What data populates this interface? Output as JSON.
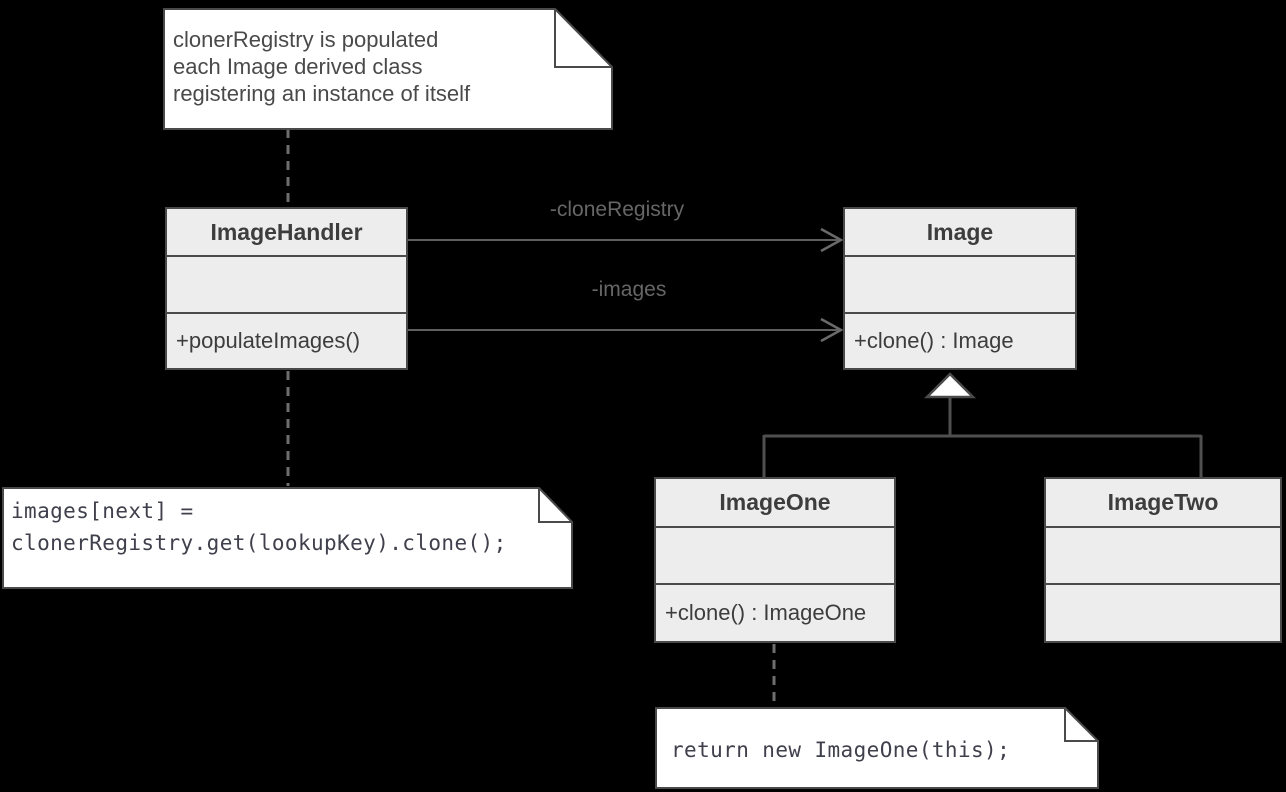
{
  "classes": {
    "image_handler": {
      "name": "ImageHandler",
      "attributes": "",
      "methods": "+populateImages()"
    },
    "image": {
      "name": "Image",
      "attributes": "",
      "methods": "+clone() : Image"
    },
    "image_one": {
      "name": "ImageOne",
      "attributes": "",
      "methods": "+clone() : ImageOne"
    },
    "image_two": {
      "name": "ImageTwo",
      "attributes": "",
      "methods": ""
    }
  },
  "associations": {
    "clone_registry": {
      "label": "-cloneRegistry"
    },
    "images": {
      "label": "-images"
    }
  },
  "notes": {
    "registry_note": {
      "text": "clonerRegistry is populated\neach Image derived class\nregistering an instance of itself"
    },
    "populate_images_code": {
      "text": "images[next] =\nclonerRegistry.get(lookupKey).clone();"
    },
    "clone_return_code": {
      "text": "return new ImageOne(this);"
    }
  },
  "relationships": {
    "generalization_children": [
      "ImageOne",
      "ImageTwo"
    ],
    "generalization_parent": "Image"
  },
  "colors": {
    "background": "#000000",
    "class_fill": "#ededed",
    "note_fill": "#ffffff",
    "stroke": "#4a4a4a",
    "connector": "#5f5f5f",
    "dashed_connector": "#6e6e6e",
    "class_text": "#3d3d3d",
    "label_text": "#666666",
    "code_text": "#40404c"
  }
}
